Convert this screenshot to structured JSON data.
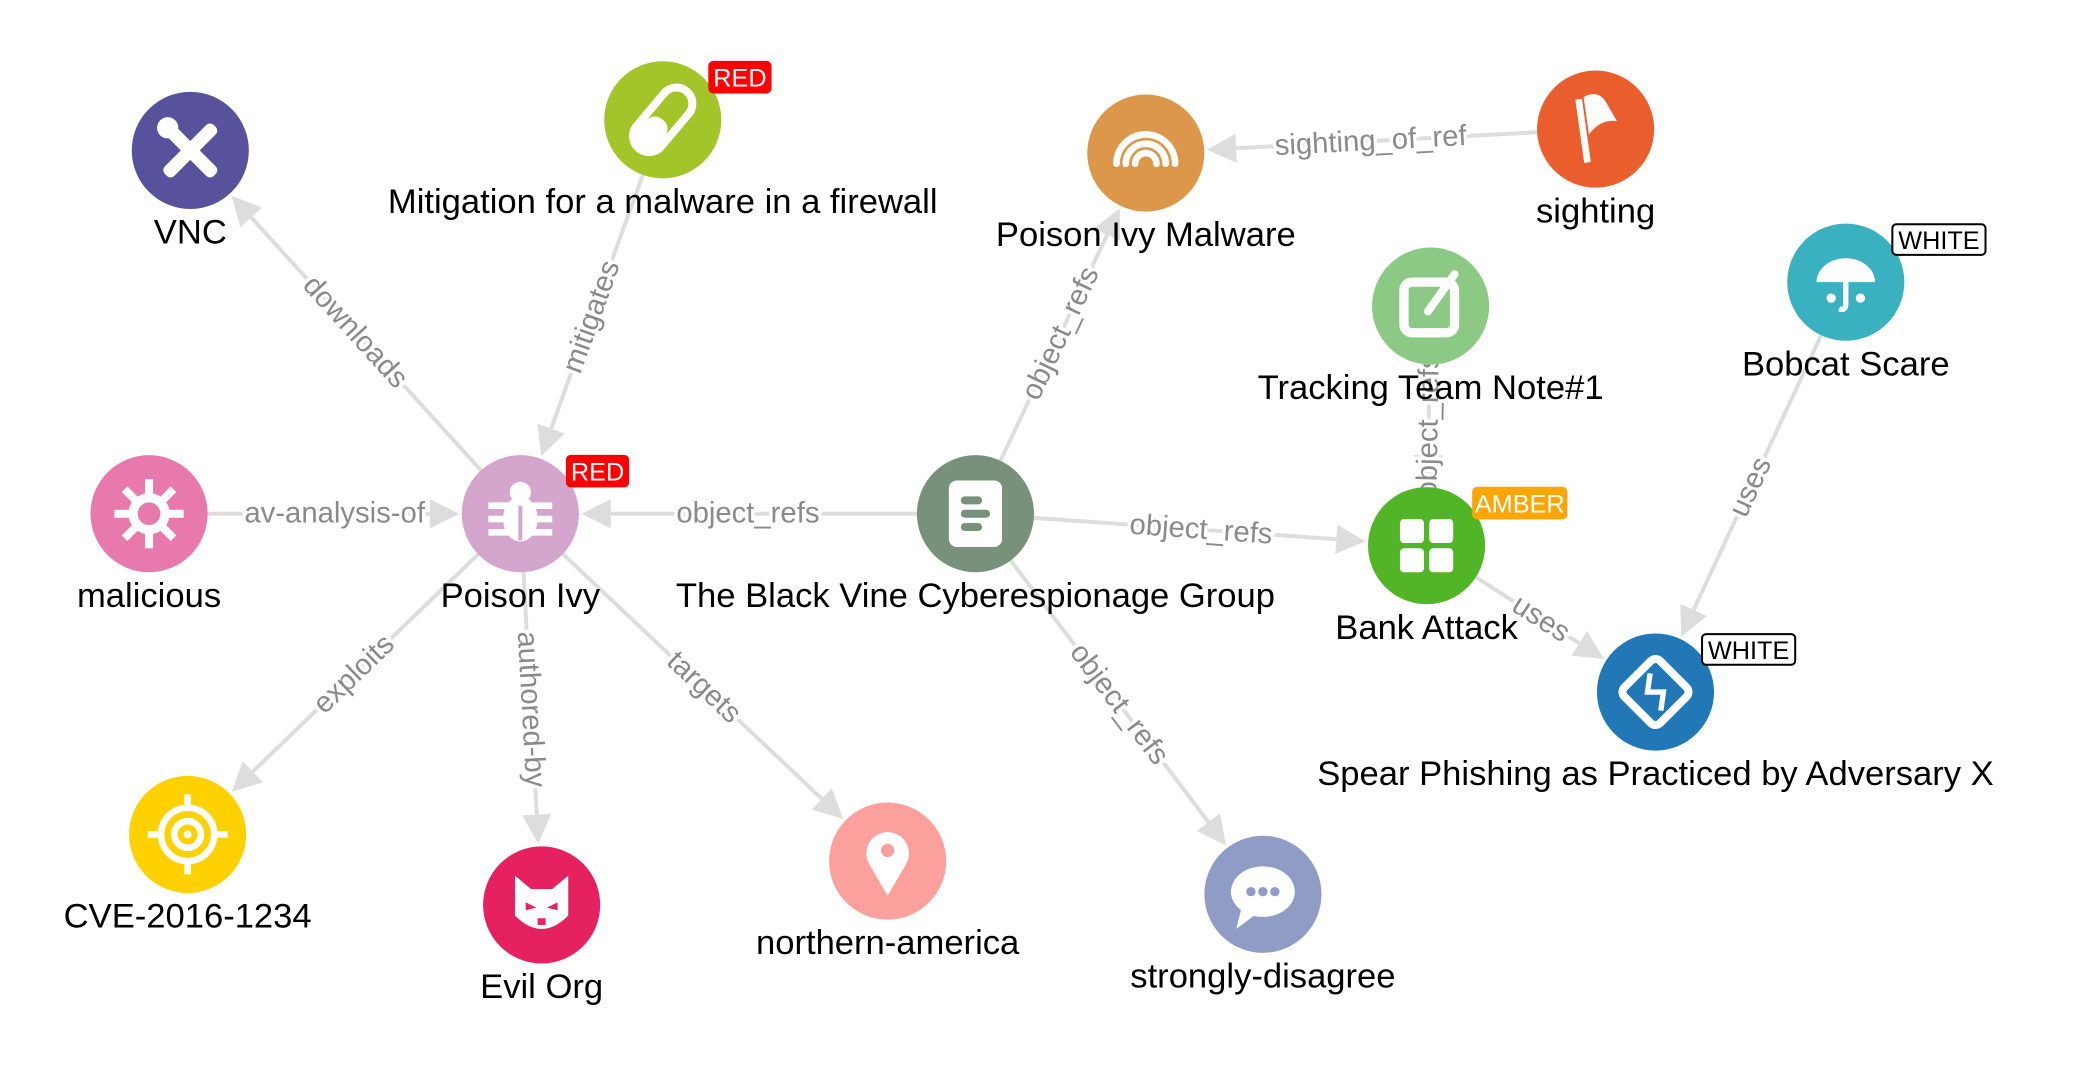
{
  "graph": {
    "nodes": [
      {
        "id": "vnc",
        "label": "VNC",
        "color": "#58519c",
        "icon": "tools-icon"
      },
      {
        "id": "mitigation",
        "label": "Mitigation for a malware in a firewall",
        "color": "#a3c52a",
        "icon": "pill-icon",
        "badge": "RED"
      },
      {
        "id": "pi_malware",
        "label": "Poison Ivy Malware",
        "color": "#dd974a",
        "icon": "fingerprint-icon"
      },
      {
        "id": "sighting",
        "label": "sighting",
        "color": "#ea5e2e",
        "icon": "flag-icon"
      },
      {
        "id": "note",
        "label": "Tracking Team Note#1",
        "color": "#8bc985",
        "icon": "note-edit-icon"
      },
      {
        "id": "bobcat",
        "label": "Bobcat Scare",
        "color": "#3ab1c1",
        "icon": "umbrella-icon",
        "badge": "WHITE"
      },
      {
        "id": "malicious",
        "label": "malicious",
        "color": "#e779ac",
        "icon": "virus-icon"
      },
      {
        "id": "poison_ivy",
        "label": "Poison Ivy",
        "color": "#d4a5cd",
        "icon": "bug-icon",
        "badge": "RED"
      },
      {
        "id": "black_vine",
        "label": "The Black Vine Cyberespionage Group",
        "color": "#77917a",
        "icon": "report-icon"
      },
      {
        "id": "bank_attack",
        "label": "Bank Attack",
        "color": "#52b527",
        "icon": "puzzle-icon",
        "badge": "AMBER"
      },
      {
        "id": "spear",
        "label": "Spear Phishing as Practiced by Adversary X",
        "color": "#2277b7",
        "icon": "attack-pattern-icon",
        "badge": "WHITE"
      },
      {
        "id": "cve",
        "label": "CVE-2016-1234",
        "color": "#ffd100",
        "icon": "target-icon"
      },
      {
        "id": "evil_org",
        "label": "Evil Org",
        "color": "#e62160",
        "icon": "cat-face-icon"
      },
      {
        "id": "location",
        "label": "northern-america",
        "color": "#fca09d",
        "icon": "map-pin-icon"
      },
      {
        "id": "opinion",
        "label": "strongly-disagree",
        "color": "#8f9dc6",
        "icon": "chat-bubble-icon"
      }
    ],
    "edges": [
      {
        "source": "poison_ivy",
        "target": "vnc",
        "label": "downloads"
      },
      {
        "source": "mitigation",
        "target": "poison_ivy",
        "label": "mitigates"
      },
      {
        "source": "malicious",
        "target": "poison_ivy",
        "label": "av-analysis-of"
      },
      {
        "source": "black_vine",
        "target": "poison_ivy",
        "label": "object_refs"
      },
      {
        "source": "black_vine",
        "target": "pi_malware",
        "label": "object_refs"
      },
      {
        "source": "sighting",
        "target": "pi_malware",
        "label": "sighting_of_ref"
      },
      {
        "source": "black_vine",
        "target": "bank_attack",
        "label": "object_refs"
      },
      {
        "source": "note",
        "target": "bank_attack",
        "label": "object_refs"
      },
      {
        "source": "bobcat",
        "target": "spear",
        "label": "uses"
      },
      {
        "source": "bank_attack",
        "target": "spear",
        "label": "uses"
      },
      {
        "source": "poison_ivy",
        "target": "cve",
        "label": "exploits"
      },
      {
        "source": "poison_ivy",
        "target": "evil_org",
        "label": "authored-by"
      },
      {
        "source": "poison_ivy",
        "target": "location",
        "label": "targets"
      },
      {
        "source": "black_vine",
        "target": "opinion",
        "label": "object_refs"
      }
    ],
    "badge_colors": {
      "RED": {
        "bg": "#ff0000",
        "fg": "#ffffff",
        "border": "#ff0000"
      },
      "AMBER": {
        "bg": "#ffa500",
        "fg": "#ffffff",
        "border": "#ffa500"
      },
      "WHITE": {
        "bg": "#ffffff",
        "fg": "#000000",
        "border": "#000000"
      }
    },
    "edge_color": "#dddddd"
  }
}
